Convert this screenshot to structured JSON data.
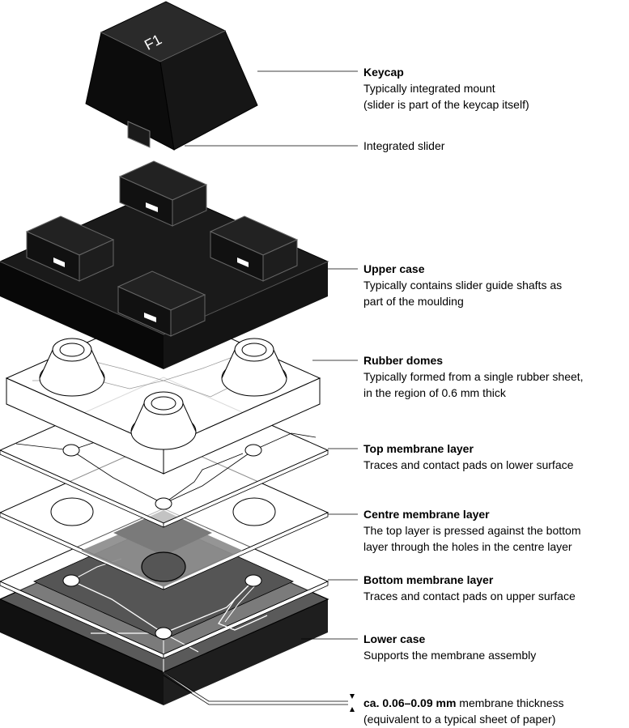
{
  "keycap_legend": "F1",
  "labels": {
    "keycap": {
      "title": "Keycap",
      "lines": [
        "Typically integrated mount",
        "(slider is part of the keycap itself)"
      ]
    },
    "slider": {
      "title": "",
      "lines": [
        "Integrated slider"
      ]
    },
    "upper_case": {
      "title": "Upper case",
      "lines": [
        "Typically contains slider guide shafts as",
        "part of the moulding"
      ]
    },
    "rubber_domes": {
      "title": "Rubber domes",
      "lines": [
        "Typically formed from a single rubber sheet,",
        "in the region of 0.6 mm thick"
      ]
    },
    "top_membrane": {
      "title": "Top membrane layer",
      "lines": [
        "Traces and contact pads on lower surface"
      ]
    },
    "centre_membrane": {
      "title": "Centre membrane layer",
      "lines": [
        "The top layer is pressed against the bottom",
        "layer through the holes in the centre layer"
      ]
    },
    "bottom_membrane": {
      "title": "Bottom membrane layer",
      "lines": [
        "Traces and contact pads on upper surface"
      ]
    },
    "lower_case": {
      "title": "Lower case",
      "lines": [
        "Supports the membrane assembly"
      ]
    },
    "thickness": {
      "title": "ca. 0.06–0.09 mm",
      "title_suffix": " membrane thickness",
      "lines": [
        "(equivalent to a typical sheet of paper)"
      ]
    }
  },
  "colors": {
    "part_dark": "#1a1a1a",
    "part_edge": "#000000",
    "highlight_grey": "#7a7a7a",
    "mid_grey": "#9a9a9a",
    "sheet_fill": "#ffffff",
    "line": "#000000"
  }
}
